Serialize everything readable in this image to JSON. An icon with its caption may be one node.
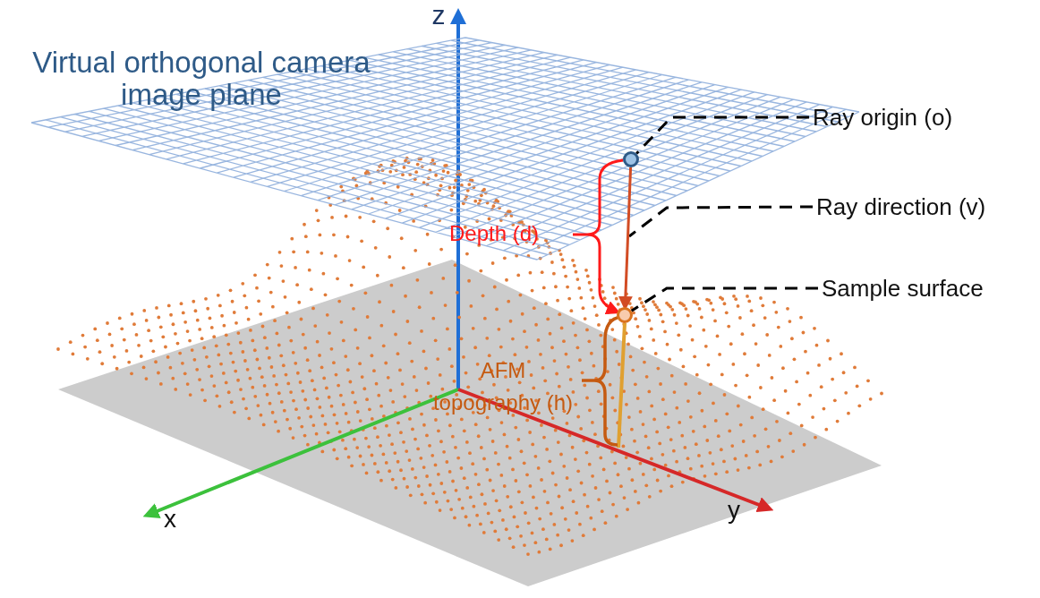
{
  "diagram": {
    "nodes": [
      {
        "text": [
          "Ray origin (o)"
        ]
      },
      {
        "text": [],
        "shape": "circle"
      },
      {
        "text": [
          "Ray direction (v)"
        ]
      },
      {
        "text": [
          "Sample surface"
        ]
      },
      {
        "text": [],
        "shape": "circle"
      }
    ],
    "edges": [
      {
        "from": 0,
        "to": 1,
        "arrow": "none",
        "style": "dashed"
      },
      {
        "from": 2,
        "to": null,
        "arrow": "none",
        "style": "dashed"
      },
      {
        "from": 3,
        "to": 4,
        "arrow": "none",
        "style": "dashed"
      },
      {
        "from": 1,
        "to": 4,
        "arrow": "to",
        "color": "#d24c24"
      },
      {
        "from": 1,
        "to": 4,
        "arrow": "to",
        "color": "#ff1a1a",
        "label": "Depth (d)"
      }
    ],
    "labels": [
      "z",
      "Virtual orthogonal camera image plane",
      "AFM topography (h)",
      "x",
      "y"
    ]
  }
}
